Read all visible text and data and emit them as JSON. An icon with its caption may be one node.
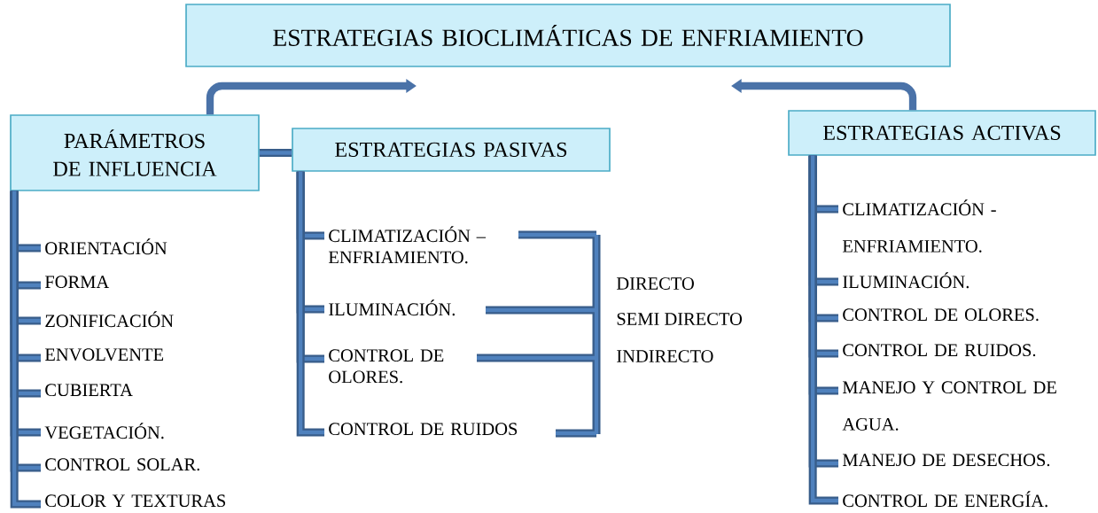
{
  "diagram": {
    "nodes": [
      {
        "text": [
          "ESTRATEGIAS BIOCLIMÁTICAS DE ENFRIAMIENTO"
        ]
      },
      {
        "text": [
          "PARÁMETROS DE INFLUENCIA"
        ]
      },
      {
        "text": [
          "ESTRATEGIAS PASIVAS"
        ]
      },
      {
        "text": [
          "ESTRATEGIAS ACTIVAS"
        ]
      },
      {
        "text": [
          "ORIENTACIÓN"
        ]
      },
      {
        "text": [
          "FORMA"
        ]
      },
      {
        "text": [
          "ZONIFICACIÓN"
        ]
      },
      {
        "text": [
          "ENVOLVENTE"
        ]
      },
      {
        "text": [
          "CUBIERTA"
        ]
      },
      {
        "text": [
          "VEGETACIÓN."
        ]
      },
      {
        "text": [
          "CONTROL SOLAR."
        ]
      },
      {
        "text": [
          "COLOR Y TEXTURAS"
        ]
      },
      {
        "text": [
          "CLIMATIZACIÓN – ENFRIAMIENTO."
        ]
      },
      {
        "text": [
          "ILUMINACIÓN."
        ]
      },
      {
        "text": [
          "CONTROL DE OLORES."
        ]
      },
      {
        "text": [
          "CONTROL DE RUIDOS"
        ]
      },
      {
        "text": [
          "CLIMATIZACIÓN - ENFRIAMIENTO."
        ]
      },
      {
        "text": [
          "ILUMINACIÓN."
        ]
      },
      {
        "text": [
          "CONTROL DE OLORES."
        ]
      },
      {
        "text": [
          "CONTROL DE RUIDOS."
        ]
      },
      {
        "text": [
          "MANEJO Y CONTROL DE AGUA."
        ]
      },
      {
        "text": [
          "MANEJO DE DESECHOS."
        ]
      },
      {
        "text": [
          "CONTROL DE ENERGÍA."
        ]
      }
    ],
    "edges": [
      {
        "from": 1,
        "to": 0,
        "arrow": "to"
      },
      {
        "from": 3,
        "to": 0,
        "arrow": "to"
      },
      {
        "from": 1,
        "to": 2,
        "arrow": "none"
      },
      {
        "from": 1,
        "to": 4,
        "arrow": "none"
      },
      {
        "from": 1,
        "to": 5,
        "arrow": "none"
      },
      {
        "from": 1,
        "to": 6,
        "arrow": "none"
      },
      {
        "from": 1,
        "to": 7,
        "arrow": "none"
      },
      {
        "from": 1,
        "to": 8,
        "arrow": "none"
      },
      {
        "from": 1,
        "to": 9,
        "arrow": "none"
      },
      {
        "from": 1,
        "to": 10,
        "arrow": "none"
      },
      {
        "from": 1,
        "to": 11,
        "arrow": "none"
      },
      {
        "from": 2,
        "to": 12,
        "arrow": "none"
      },
      {
        "from": 2,
        "to": 13,
        "arrow": "none"
      },
      {
        "from": 2,
        "to": 14,
        "arrow": "none"
      },
      {
        "from": 2,
        "to": 15,
        "arrow": "none"
      },
      {
        "from": 3,
        "to": 16,
        "arrow": "none"
      },
      {
        "from": 3,
        "to": 17,
        "arrow": "none"
      },
      {
        "from": 3,
        "to": 18,
        "arrow": "none"
      },
      {
        "from": 3,
        "to": 19,
        "arrow": "none"
      },
      {
        "from": 3,
        "to": 20,
        "arrow": "none"
      },
      {
        "from": 3,
        "to": 21,
        "arrow": "none"
      },
      {
        "from": 3,
        "to": 22,
        "arrow": "none"
      }
    ],
    "labels": [
      "DIRECTO",
      "SEMI DIRECTO",
      "INDIRECTO"
    ]
  }
}
